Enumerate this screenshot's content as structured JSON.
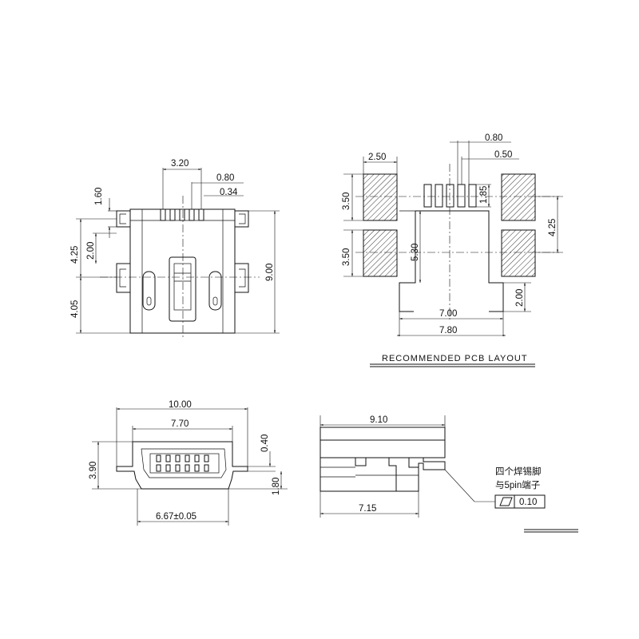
{
  "top_view": {
    "dims": [
      "3.20",
      "0.80",
      "0.34",
      "1.60",
      "4.25",
      "2.00",
      "4.05",
      "9.00"
    ]
  },
  "pcb_layout": {
    "dims": [
      "0.80",
      "0.50",
      "2.50",
      "3.50",
      "1.85",
      "3.50",
      "5.30",
      "4.25",
      "2.00",
      "7.00",
      "7.80"
    ],
    "title": "RECOMMENDED PCB LAYOUT"
  },
  "front_view": {
    "dims": [
      "10.00",
      "7.70",
      "0.40",
      "3.90",
      "1.80",
      "6.67±0.05"
    ]
  },
  "side_view": {
    "dims": [
      "9.10",
      "7.15"
    ],
    "note_line1": "四个焊锡脚",
    "note_line2": "与5pin端子",
    "tolerance_value": "0.10"
  }
}
